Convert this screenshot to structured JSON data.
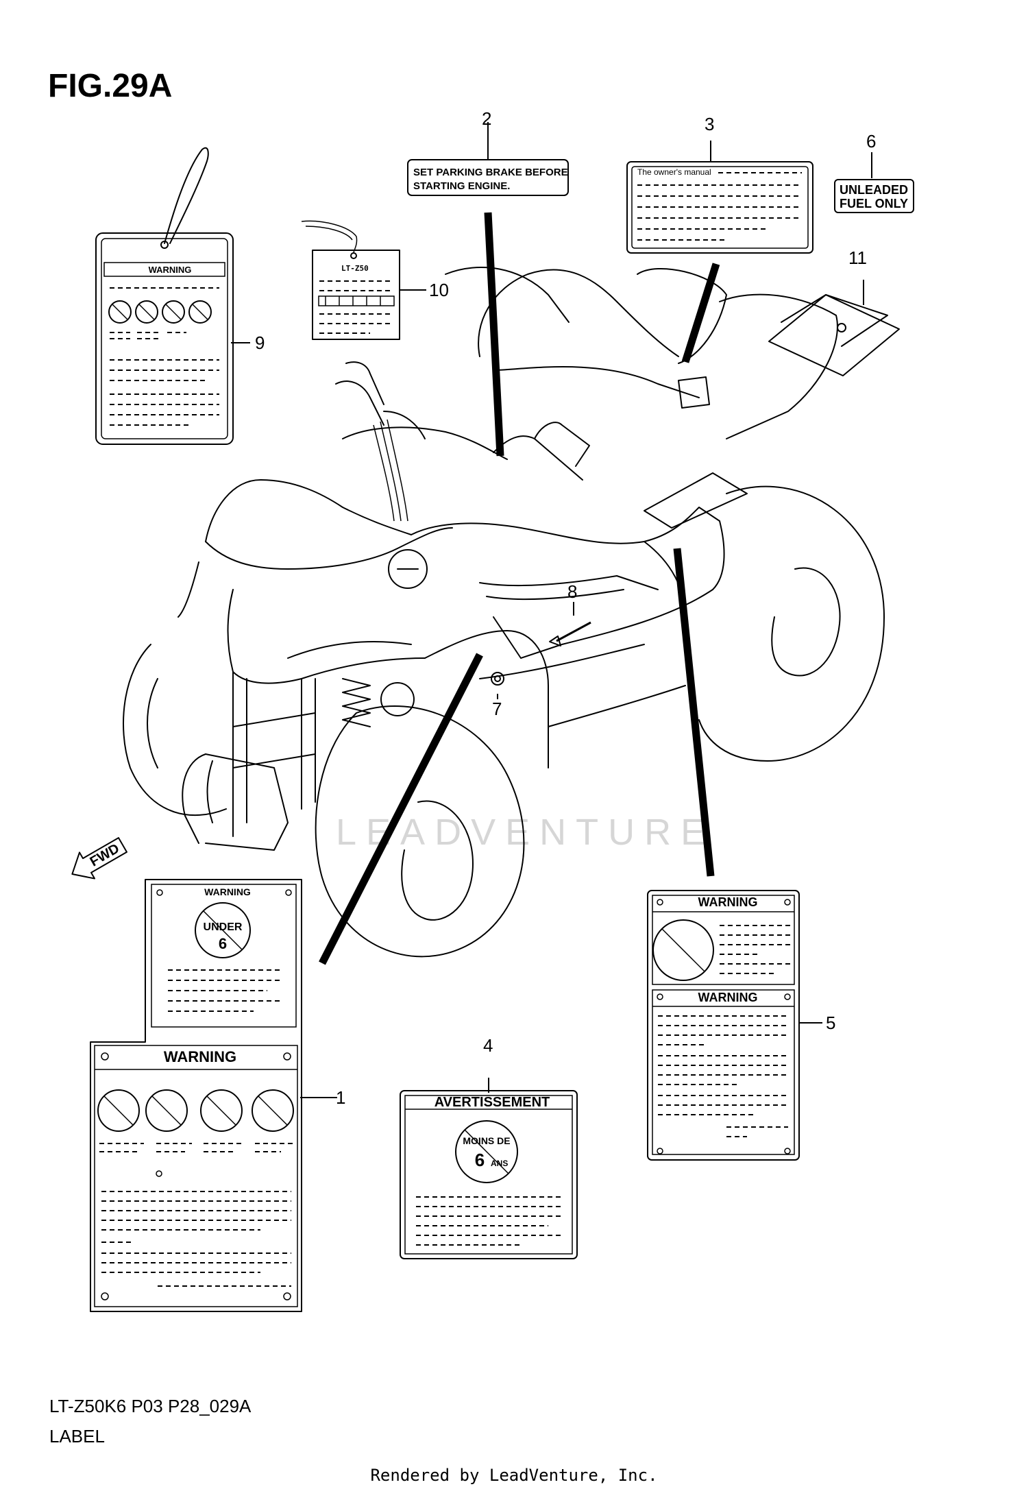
{
  "figure": {
    "title": "FIG.29A",
    "model_code": "LT-Z50K6 P03 P28_029A",
    "section": "LABEL",
    "footer": "Rendered by LeadVenture, Inc.",
    "watermark": "LEADVENTURE",
    "direction_marker": "FWD"
  },
  "callouts": [
    "1",
    "2",
    "3",
    "4",
    "5",
    "6",
    "7",
    "8",
    "9",
    "10",
    "11"
  ],
  "labels": {
    "parking": {
      "line1": "SET PARKING BRAKE BEFORE",
      "line2": "STARTING ENGINE."
    },
    "manual": {
      "text": "The owner's manual"
    },
    "fuel": {
      "line1": "UNLEADED",
      "line2": "FUEL ONLY"
    },
    "tag": {
      "model": "LT-Z50"
    },
    "warning": "WARNING",
    "under": {
      "text": "UNDER",
      "number": "6"
    },
    "avertissement": {
      "title": "AVERTISSEMENT",
      "line1": "MOINS DE",
      "number": "6",
      "unit": "ANS"
    }
  }
}
